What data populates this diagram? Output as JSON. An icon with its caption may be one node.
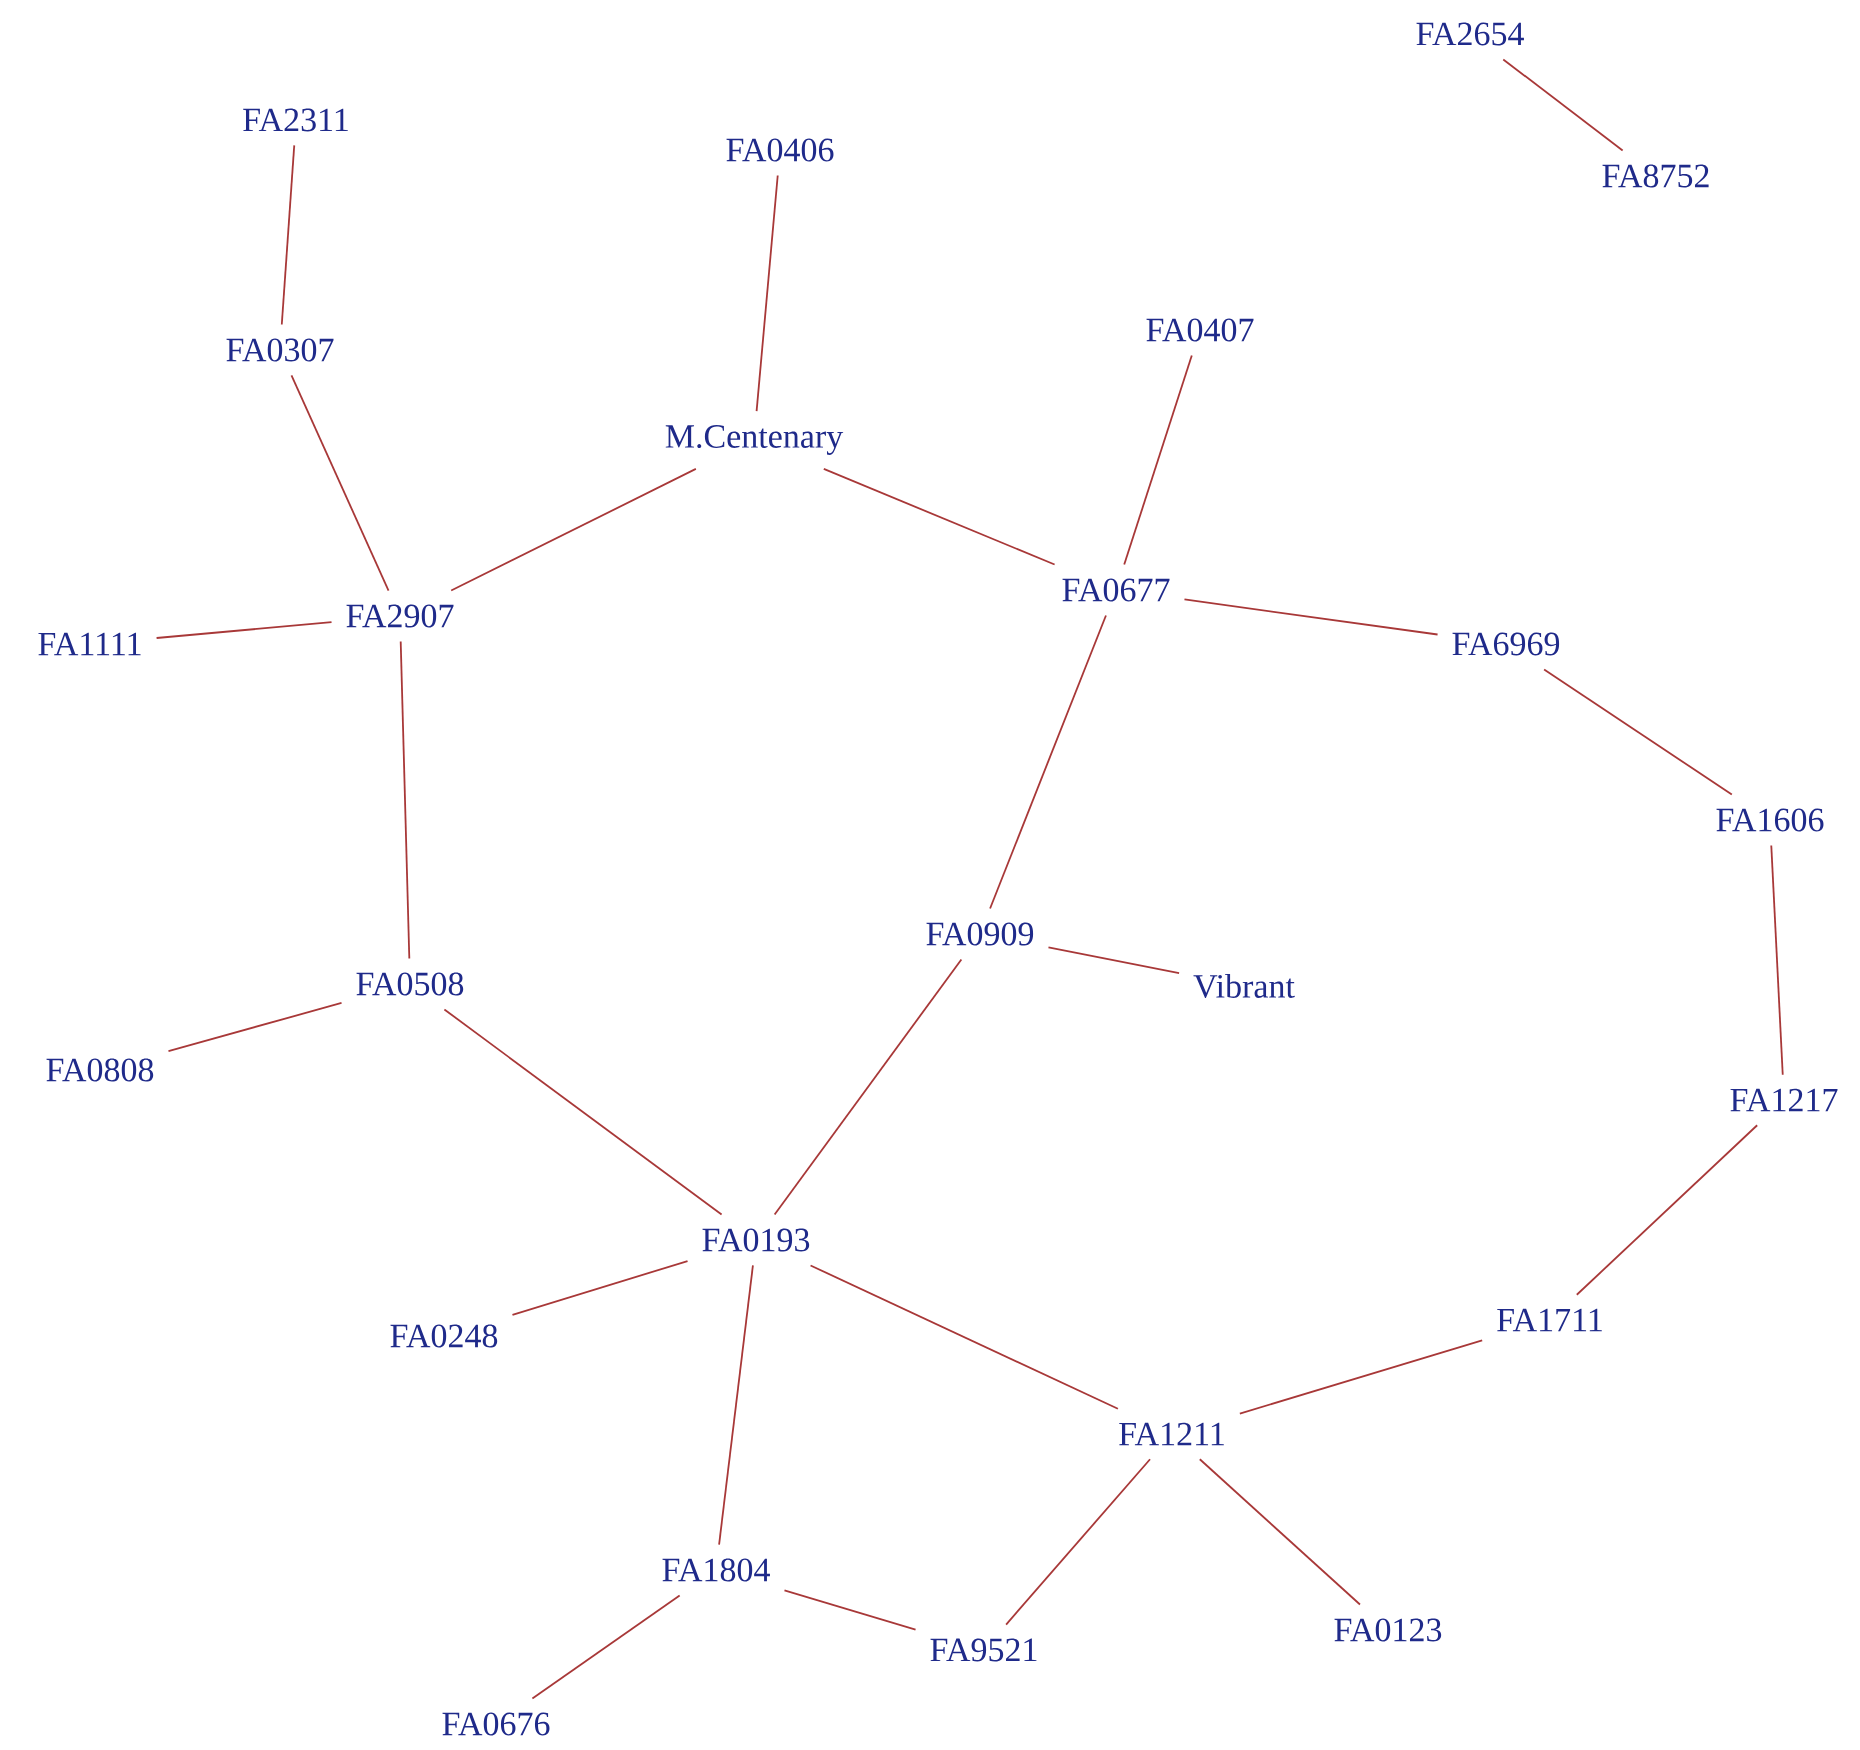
{
  "diagram": {
    "nodes": [
      {
        "text": [
          "FA2311"
        ]
      },
      {
        "text": [
          "FA0406"
        ]
      },
      {
        "text": [
          "FA2654"
        ]
      },
      {
        "text": [
          "FA8752"
        ]
      },
      {
        "text": [
          "FA0307"
        ]
      },
      {
        "text": [
          "FA0407"
        ]
      },
      {
        "text": [
          "M.Centenary"
        ]
      },
      {
        "text": [
          "FA2907"
        ]
      },
      {
        "text": [
          "FA1111"
        ]
      },
      {
        "text": [
          "FA0677"
        ]
      },
      {
        "text": [
          "FA6969"
        ]
      },
      {
        "text": [
          "FA1606"
        ]
      },
      {
        "text": [
          "FA0909"
        ]
      },
      {
        "text": [
          "Vibrant"
        ]
      },
      {
        "text": [
          "FA0508"
        ]
      },
      {
        "text": [
          "FA0808"
        ]
      },
      {
        "text": [
          "FA1217"
        ]
      },
      {
        "text": [
          "FA0193"
        ]
      },
      {
        "text": [
          "FA0248"
        ]
      },
      {
        "text": [
          "FA1711"
        ]
      },
      {
        "text": [
          "FA1211"
        ]
      },
      {
        "text": [
          "FA1804"
        ]
      },
      {
        "text": [
          "FA9521"
        ]
      },
      {
        "text": [
          "FA0123"
        ]
      },
      {
        "text": [
          "FA0676"
        ]
      }
    ],
    "edges": [
      {
        "from": 0,
        "to": 4,
        "arrow": "none"
      },
      {
        "from": 1,
        "to": 6,
        "arrow": "none"
      },
      {
        "from": 2,
        "to": 3,
        "arrow": "none"
      },
      {
        "from": 4,
        "to": 7,
        "arrow": "none"
      },
      {
        "from": 6,
        "to": 7,
        "arrow": "none"
      },
      {
        "from": 6,
        "to": 9,
        "arrow": "none"
      },
      {
        "from": 5,
        "to": 9,
        "arrow": "none"
      },
      {
        "from": 8,
        "to": 7,
        "arrow": "none"
      },
      {
        "from": 7,
        "to": 14,
        "arrow": "none"
      },
      {
        "from": 9,
        "to": 10,
        "arrow": "none"
      },
      {
        "from": 9,
        "to": 12,
        "arrow": "none"
      },
      {
        "from": 10,
        "to": 11,
        "arrow": "none"
      },
      {
        "from": 11,
        "to": 16,
        "arrow": "none"
      },
      {
        "from": 12,
        "to": 13,
        "arrow": "none"
      },
      {
        "from": 14,
        "to": 15,
        "arrow": "none"
      },
      {
        "from": 14,
        "to": 17,
        "arrow": "none"
      },
      {
        "from": 12,
        "to": 17,
        "arrow": "none"
      },
      {
        "from": 17,
        "to": 18,
        "arrow": "none"
      },
      {
        "from": 17,
        "to": 21,
        "arrow": "none"
      },
      {
        "from": 17,
        "to": 20,
        "arrow": "none"
      },
      {
        "from": 16,
        "to": 19,
        "arrow": "none"
      },
      {
        "from": 19,
        "to": 20,
        "arrow": "none"
      },
      {
        "from": 20,
        "to": 22,
        "arrow": "none"
      },
      {
        "from": 20,
        "to": 23,
        "arrow": "none"
      },
      {
        "from": 21,
        "to": 22,
        "arrow": "none"
      },
      {
        "from": 21,
        "to": 24,
        "arrow": "none"
      }
    ]
  }
}
